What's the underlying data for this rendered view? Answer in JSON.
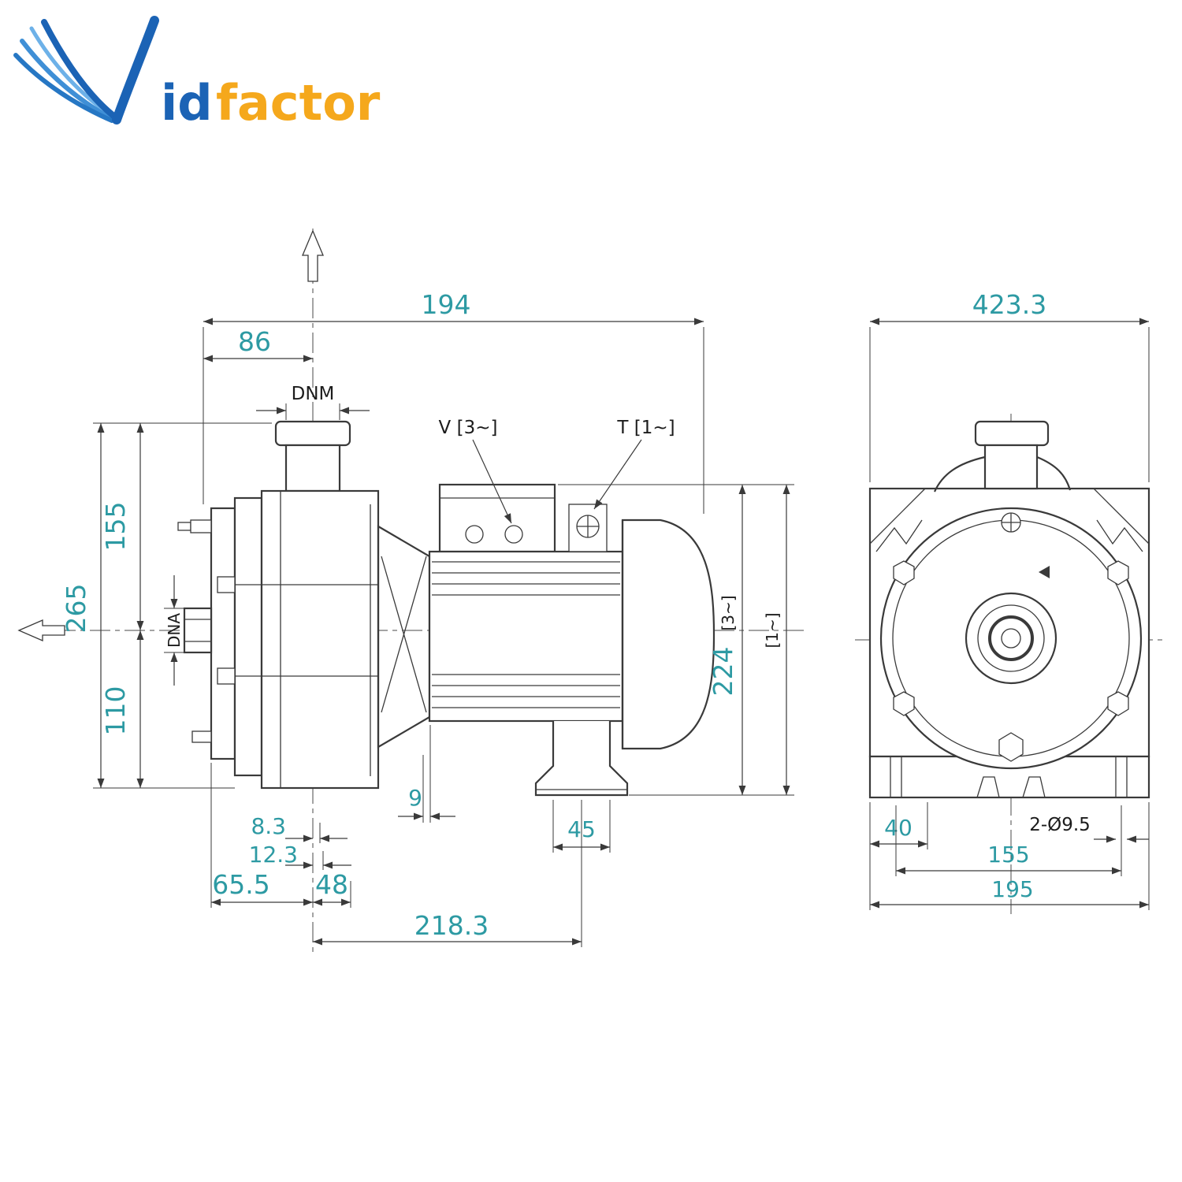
{
  "logo": {
    "id_text": "id",
    "factor_text": "factor"
  },
  "side_view": {
    "dims": {
      "total_width": "194",
      "left_width": "86",
      "discharge_port": "DNM",
      "terminal_v": "V [3~]",
      "terminal_t": "T [1~]",
      "height_axis_to_top": "155",
      "height_total": "265",
      "suction_port": "DNA",
      "height_axis_to_base": "110",
      "motor_height": "224",
      "variant_three_phase": "[3~]",
      "variant_single_phase": "[1~]",
      "gap": "9",
      "foot_width": "45",
      "offset_a": "8.3",
      "offset_b": "12.3",
      "offset_c": "65.5",
      "offset_d": "48",
      "overall_length": "218.3"
    }
  },
  "front_view": {
    "dims": {
      "overall_width": "423.3",
      "edge_to_hole": "40",
      "mounting_holes": "2-Ø9.5",
      "hole_spacing": "155",
      "base_width": "195"
    }
  }
}
